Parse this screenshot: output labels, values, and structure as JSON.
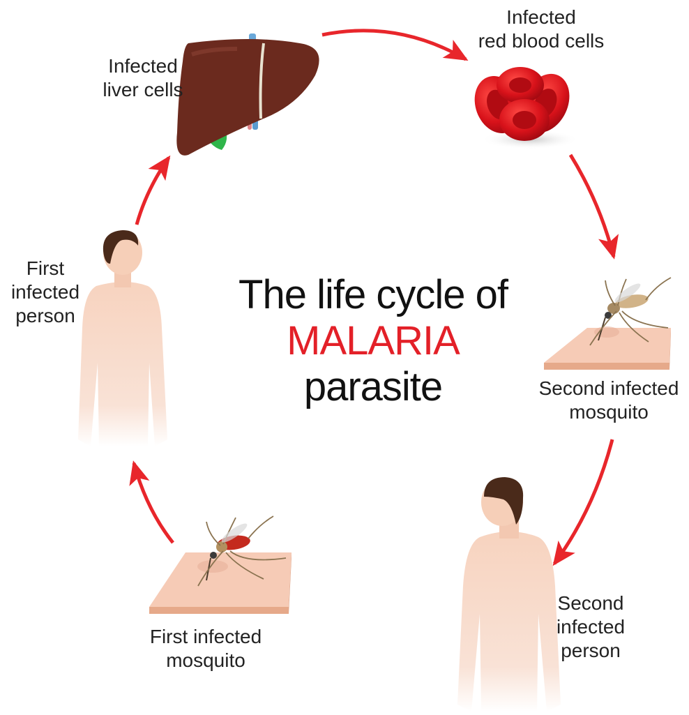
{
  "title": {
    "line1": "The life cycle of",
    "line2": "MALARIA",
    "line3": "parasite"
  },
  "stages": {
    "liver": {
      "line1": "Infected",
      "line2": "liver cells"
    },
    "rbc": {
      "line1": "Infected",
      "line2": "red blood cells"
    },
    "second_mosquito": {
      "line1": "Second infected",
      "line2": "mosquito"
    },
    "second_person": {
      "line1": "Second",
      "line2": "infected",
      "line3": "person"
    },
    "first_mosquito": {
      "line1": "First infected",
      "line2": "mosquito"
    },
    "first_person": {
      "line1": "First",
      "line2": "infected",
      "line3": "person"
    }
  },
  "colors": {
    "arrow": "#e8262b",
    "title_highlight": "#e32028",
    "liver": "#6b2a1e",
    "blood_cell": "#d7141b",
    "skin": "#f6d2bd",
    "hair": "#4a2a1a"
  }
}
